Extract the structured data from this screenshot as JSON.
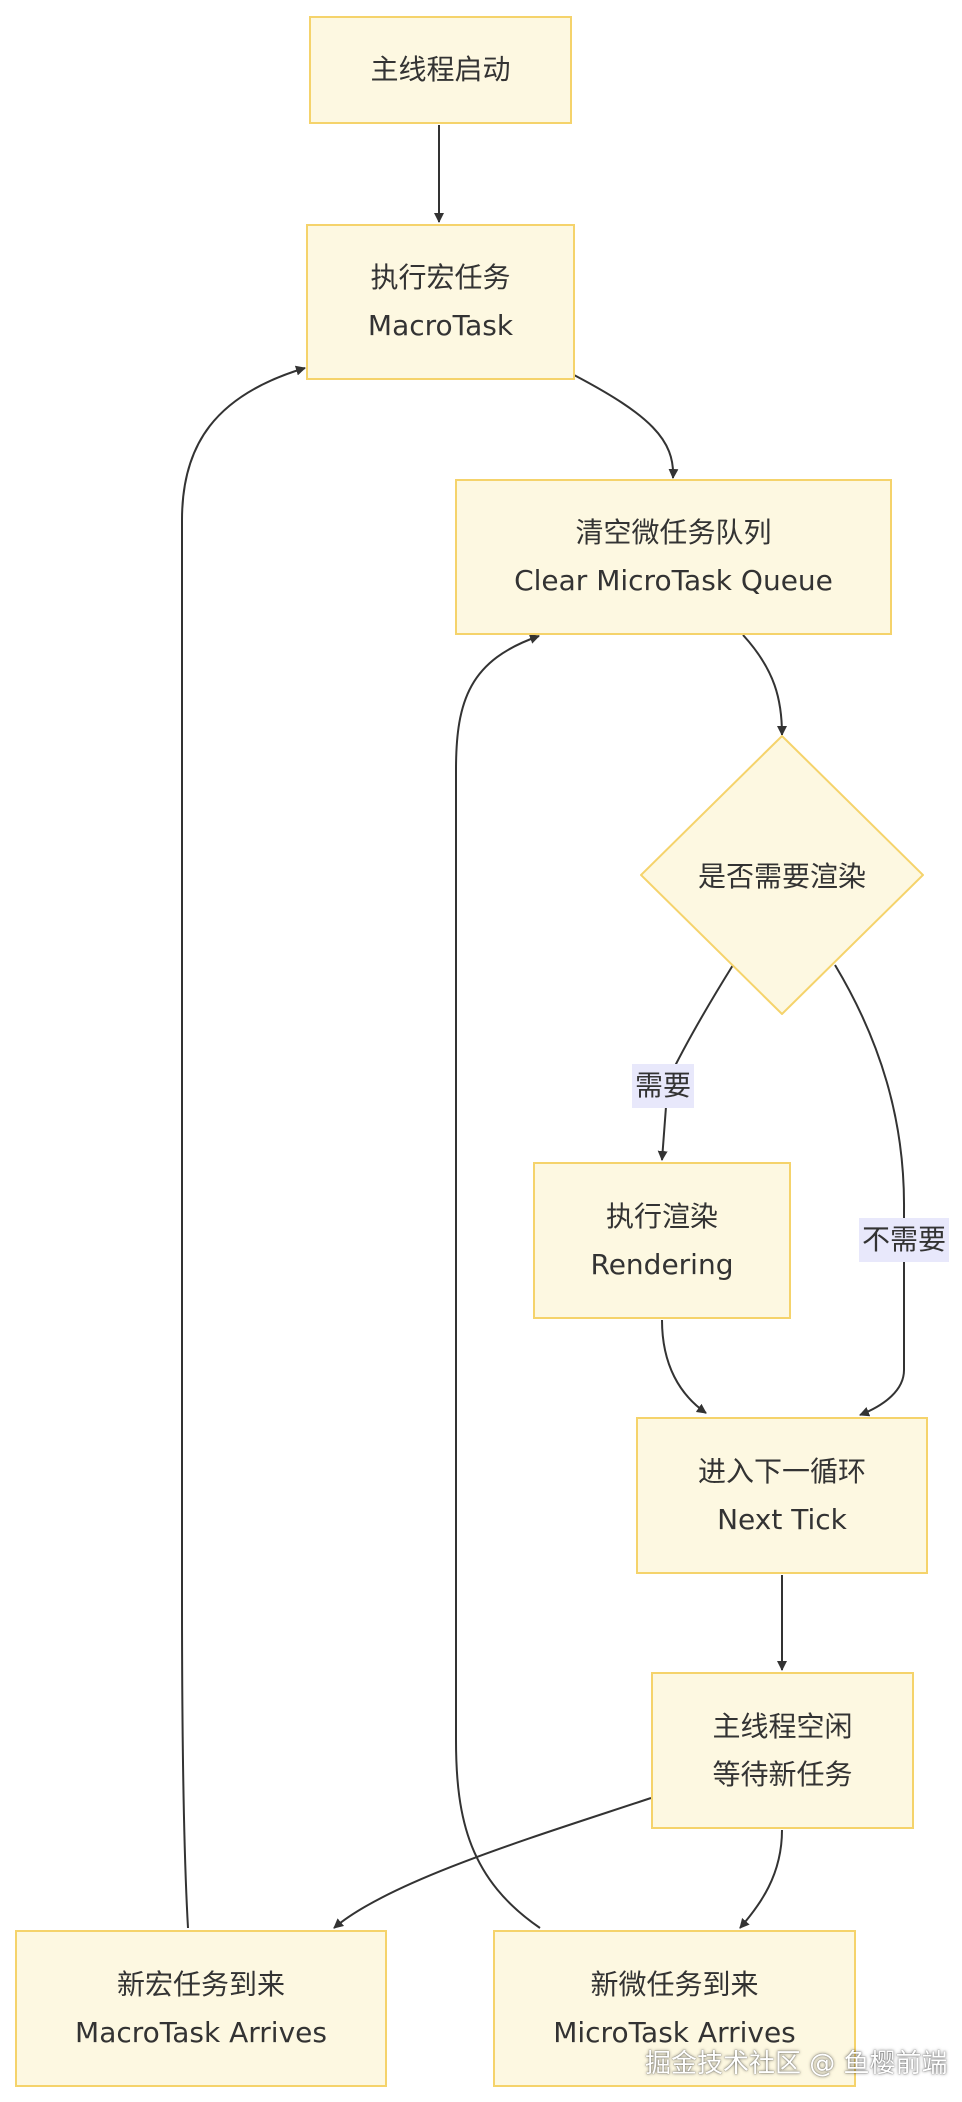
{
  "nodes": {
    "start": {
      "line1": "主线程启动"
    },
    "macro": {
      "line1": "执行宏任务",
      "line2": "MacroTask"
    },
    "clear": {
      "line1": "清空微任务队列",
      "line2": "Clear MicroTask Queue"
    },
    "decide": {
      "line1": "是否需要渲染"
    },
    "render": {
      "line1": "执行渲染",
      "line2": "Rendering"
    },
    "next": {
      "line1": "进入下一循环",
      "line2": "Next Tick"
    },
    "idle": {
      "line1": "主线程空闲",
      "line2": "等待新任务"
    },
    "newmacro": {
      "line1": "新宏任务到来",
      "line2": "MacroTask Arrives"
    },
    "newmicro": {
      "line1": "新微任务到来",
      "line2": "MicroTask Arrives"
    }
  },
  "edge_labels": {
    "yes": "需要",
    "no": "不需要"
  },
  "watermark": "掘金技术社区 @ 鱼樱前端",
  "colors": {
    "node_fill": "#fdf8e1",
    "node_border": "#f5d36b",
    "edge": "#333333",
    "label_bg": "#e8e8fb"
  }
}
